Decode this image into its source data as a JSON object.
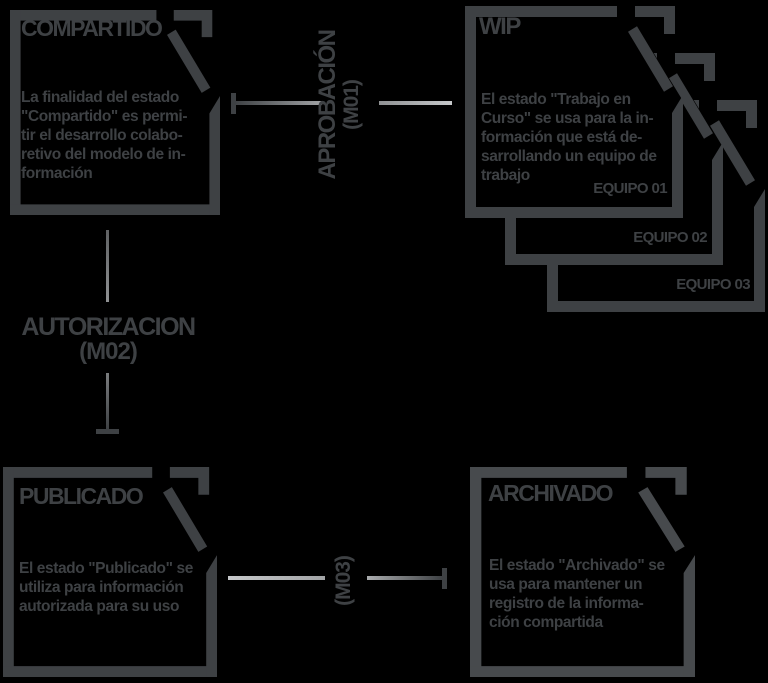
{
  "colors": {
    "background": "#000000",
    "ink": "#3e4144",
    "archived_ink": "#474a4d",
    "line_light": "#c6c8ca"
  },
  "boxes": {
    "compartido": {
      "title": "COMPARTIDO",
      "body": "La finalidad del estado\n\"Compartido\" es permi-\ntir el desarrollo colabo-\nretivo del modelo de in-\nformación"
    },
    "wip": {
      "title": "WIP",
      "body": "El estado \"Trabajo en\nCurso\" se usa para la in-\nformación que está de-\nsarrollando un equipo de\ntrabajo",
      "badge": "EQUIPO 01"
    },
    "equipo02": {
      "badge": "EQUIPO 02"
    },
    "equipo03": {
      "badge": "EQUIPO 03"
    },
    "publicado": {
      "title": "PUBLICADO",
      "body": "El estado \"Publicado\" se\nutiliza para información\nautorizada para su uso"
    },
    "archivado": {
      "title": "ARCHIVADO",
      "body": "El estado \"Archivado\" se\nusa para mantener un\nregistro de la informa-\nción compartida"
    }
  },
  "transitions": {
    "aprobacion": {
      "label": "APROBACIÓN",
      "code": "(M01)"
    },
    "autorizacion": {
      "label": "AUTORIZACION",
      "code": "(M02)"
    },
    "m03": {
      "code": "(M03)"
    }
  }
}
